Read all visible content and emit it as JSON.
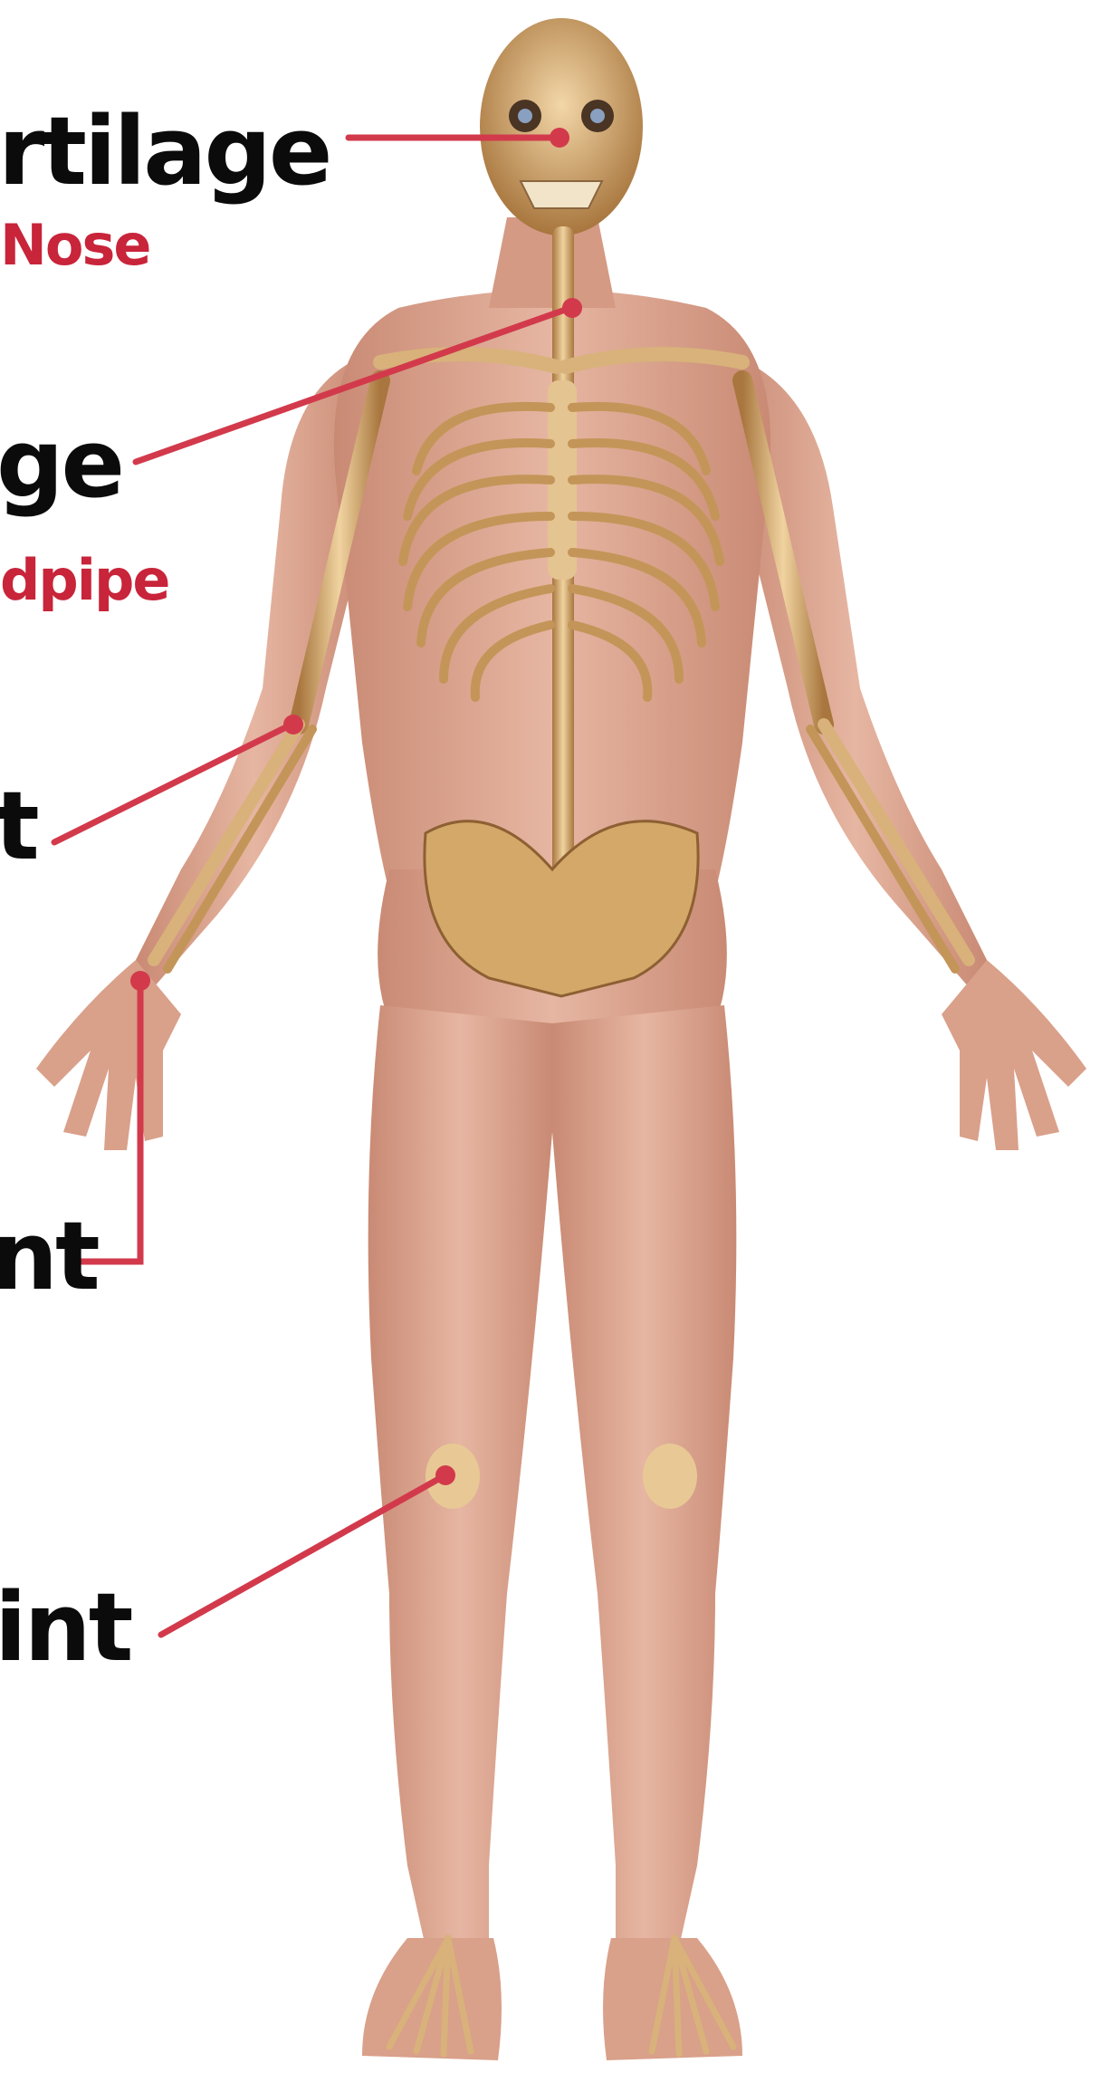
{
  "labels": [
    {
      "id": "nose",
      "text": "rtilage",
      "sub": "Nose"
    },
    {
      "id": "windpipe",
      "text": "ge",
      "sub": "dpipe"
    },
    {
      "id": "elbow",
      "text": "t",
      "sub": ""
    },
    {
      "id": "wrist",
      "text": "nt",
      "sub": ""
    },
    {
      "id": "knee",
      "text": "int",
      "sub": ""
    }
  ],
  "colors": {
    "accent": "#d23a4c",
    "label": "#0b0b0b",
    "sublabel": "#c8243a",
    "skin": "#d9a08a",
    "bone": "#d7b07a",
    "bone_dark": "#9b6a3a"
  }
}
